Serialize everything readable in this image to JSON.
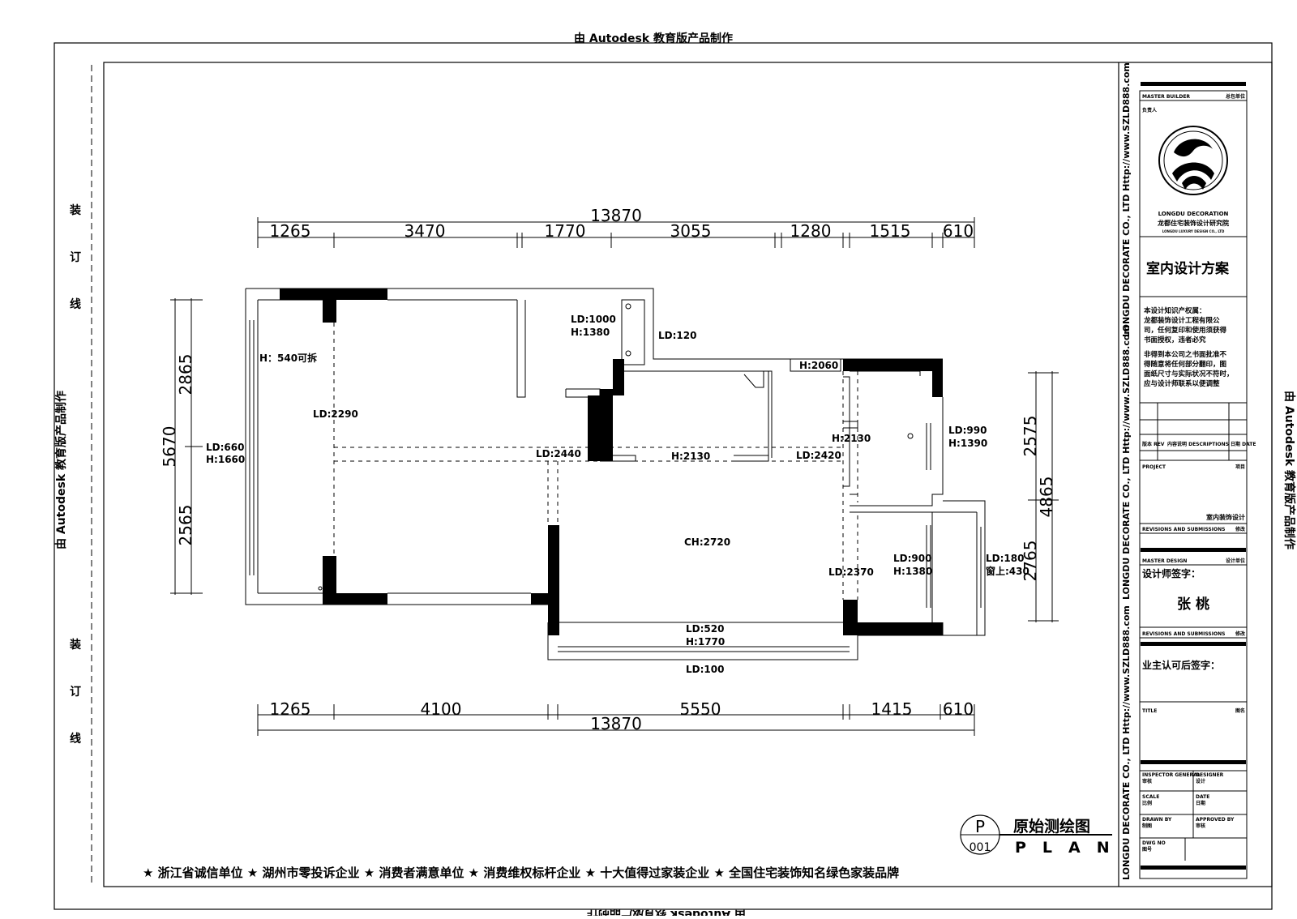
{
  "watermark": {
    "text": "由 Autodesk 教育版产品制作"
  },
  "binding": {
    "chars_top": [
      "装",
      "订",
      "线"
    ],
    "chars_bottom": [
      "装",
      "订",
      "线"
    ]
  },
  "plan": {
    "top_total": "13870",
    "top_dims": [
      "1265",
      "3470",
      "1770",
      "3055",
      "1280",
      "1515",
      "610"
    ],
    "bottom_total": "13870",
    "bottom_dims": [
      "1265",
      "4100",
      "5550",
      "1415",
      "610"
    ],
    "left_total": "5670",
    "left_dims": [
      "2865",
      "2565"
    ],
    "right_total": "4865",
    "right_dims": [
      "2575",
      "2765"
    ],
    "labels": [
      "LD:1000",
      "H:1380",
      "LD:120",
      "H：540可拆",
      "LD:2290",
      "LD:660",
      "H:1660",
      "LD:2440",
      "H:2130",
      "LD:2420",
      "H:2060",
      "H:2130",
      "LD:990",
      "H:1390",
      "CH:2720",
      "LD:900",
      "H:1380",
      "LD:180",
      "窗上:430",
      "LD:2370",
      "LD:520",
      "H:1770",
      "LD:100"
    ]
  },
  "drawing_title": {
    "symbol_letter": "P",
    "symbol_number": "001",
    "title_cn": "原始测绘图",
    "title_en": "PLAN"
  },
  "slogan": "★ 浙江省诚信单位  ★  湖州市零投诉企业 ★  消费者满意单位 ★  消费维权标杆企业 ★ 十大值得过家装企业  ★  全国住宅装饰知名绿色家装品牌",
  "side_strip": {
    "text": "LONGDU DECORATE CO., LTD   Http://www.SZLD888.com"
  },
  "title_block": {
    "master_builder": "MASTER BUILDER",
    "master_builder_cn": "总包单位",
    "company_sign": "负责人",
    "company_en": "LONGDU DECORATION",
    "company_cn": "龙都住宅装饰设计研究院",
    "company_en2": "LONGDU LUXURY DESIGN CO., LTD",
    "scheme": "室内设计方案",
    "notice": [
      "本设计知识产权属：",
      "龙都装饰设计工程有限公",
      "司，任何复印和使用须获得",
      "书面授权，违者必究",
      "非得到本公司之书面批准不",
      "得随意将任何部分翻印，图",
      "面纸尺寸与实际状况不符时，",
      "应与设计师联系以便调整"
    ],
    "rev_headers": [
      "版本 REV",
      "内容说明 DESCRIPTIONS",
      "日期 DATE"
    ],
    "project_label": "PROJECT",
    "project_label_cn": "项目",
    "project_value": "室内装饰设计",
    "revisions_label": "REVISIONS AND SUBMISSIONS",
    "revisions_label_cn": "修改",
    "master_design": "MASTER DESIGN",
    "master_design_cn": "设计单位",
    "designer_sign_label": "设计师签字：",
    "designer_name": "张 桃",
    "revisions_label2": "REVISIONS AND SUBMISSIONS",
    "revisions_label2_cn": "修改",
    "owner_sign_label": "业主认可后签字：",
    "title_label": "TITLE",
    "title_label_cn": "图名",
    "inspector": "INSPECTOR GENERAL",
    "inspector_cn": "审核",
    "designer": "DESIGNER",
    "designer_cn": "设计",
    "scale": "SCALE",
    "scale_cn": "比例",
    "date": "DATE",
    "date_cn": "日期",
    "drawn_by": "DRAWN BY",
    "drawn_by_cn": "制图",
    "approved_by": "APPROVED BY",
    "approved_by_cn": "审核",
    "dwg_no": "DWG NO",
    "dwg_no_cn": "图号"
  }
}
